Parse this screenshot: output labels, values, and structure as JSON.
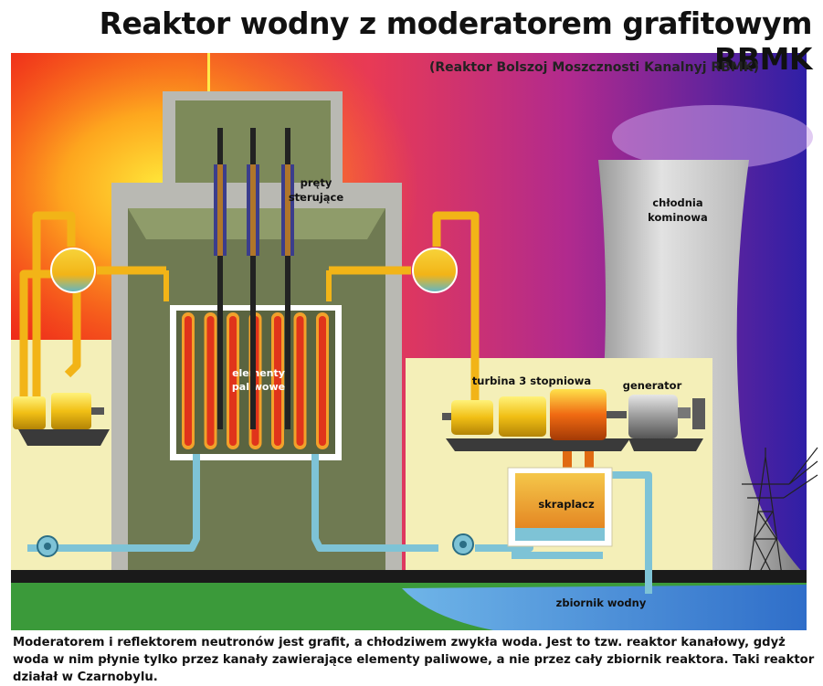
{
  "title": "Reaktor wodny z moderatorem grafitowym RBMK",
  "subtitle": "(Reaktor Bolszoj Moszcznosti Kanalnyj  RBMK)",
  "labels": {
    "control_rods": [
      "pręty",
      "sterujące"
    ],
    "fuel_elements": [
      "elementy",
      "paliwowe"
    ],
    "cooling_tower": [
      "chłodnia",
      "kominowa"
    ],
    "turbine": "turbina 3 stopniowa",
    "generator": "generator",
    "condenser": "skraplacz",
    "reservoir": "zbiornik wodny"
  },
  "caption": "Moderatorem i reflektorem neutronów jest grafit, a chłodziwem zwykła woda. Jest to tzw. reaktor kanałowy, gdyż woda w nim płynie tylko przez kanały zawierające elementy paliwowe, a nie przez cały zbiornik reaktora. Taki reaktor działał w Czarnobylu.",
  "colors": {
    "steam_pipe": "#f2b417",
    "water_pipe": "#7ec3d6",
    "fuel_rod": "#e0341b",
    "graphite": "#6f7a52",
    "concrete": "#b9b9b3"
  }
}
